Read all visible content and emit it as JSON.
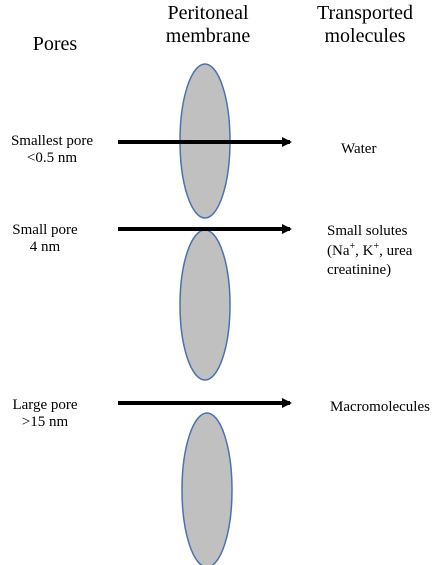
{
  "headers": {
    "pores": "Pores",
    "membrane_line1": "Peritoneal",
    "membrane_line2": "membrane",
    "transported_line1": "Transported",
    "transported_line2": "molecules"
  },
  "rows": [
    {
      "pore_line1": "Smallest pore",
      "pore_line2": "<0.5 nm",
      "molecule": "Water"
    },
    {
      "pore_line1": "Small pore",
      "pore_line2": "4 nm",
      "molecule_line1": "Small solutes",
      "molecule_line2_a": "(Na",
      "sup1": "+",
      "molecule_line2_b": ", K",
      "sup2": "+",
      "molecule_line2_c": ", urea",
      "molecule_line3": "creatinine)"
    },
    {
      "pore_line1": "Large pore",
      "pore_line2": ">15 nm",
      "molecule": "Macromolecules"
    }
  ],
  "colors": {
    "membrane_fill": "#c0c0c0",
    "membrane_stroke": "#4a72b0",
    "arrow": "#000000"
  }
}
